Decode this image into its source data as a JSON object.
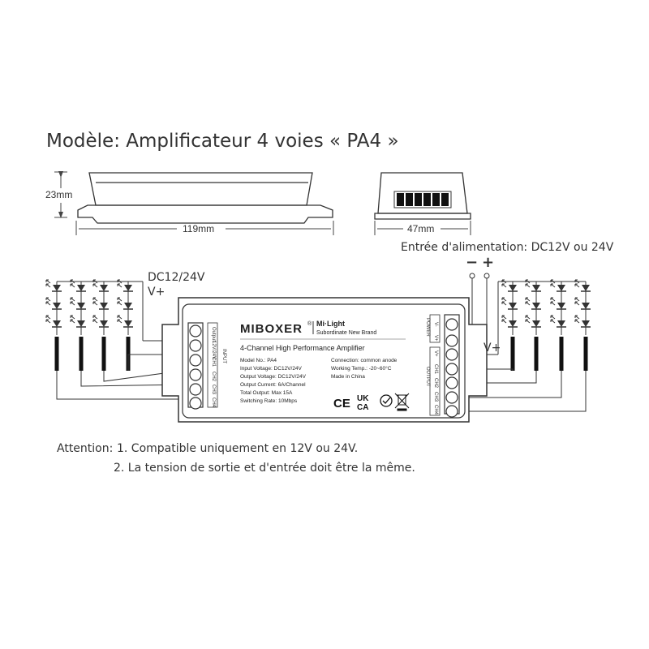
{
  "title": "Modèle: Amplificateur 4 voies « PA4 »",
  "dimensions": {
    "height": "23mm",
    "length": "119mm",
    "width": "47mm"
  },
  "labels": {
    "power_input": "Entrée d'alimentation: DC12V ou 24V",
    "minus": "−",
    "plus": "+",
    "dc_left_line1": "DC12/24V",
    "dc_left_line2": "V+",
    "v_plus_right": "V+"
  },
  "device": {
    "brand": "MIBOXER",
    "registered": "®",
    "sub_brand": "Mi·Light",
    "sub_brand_tag": "Subordinate New Brand",
    "product": "4-Channel High Performance Amplifier",
    "specs_left": [
      "Model No.: PA4",
      "Input Voltage: DC12V/24V",
      "Output Voltage: DC12V/24V",
      "Output Current: 6A/Channel",
      "Total Output: Max 15A",
      "Switching Rate: 10Mbps"
    ],
    "specs_right": [
      "Connection: common anode",
      "Working Temp.: -20~60°C",
      "Made in China"
    ],
    "input_block": {
      "header": "INPUT",
      "sub": "Output",
      "pins": [
        "12V/24V",
        "CH1",
        "CH2",
        "CH3",
        "CH4"
      ]
    },
    "power_block": {
      "header": "POWER",
      "pins": [
        "V-",
        "V+"
      ]
    },
    "output_block": {
      "header": "OUTPUT",
      "pins": [
        "V+",
        "CH1",
        "CH2",
        "CH3",
        "CH4"
      ]
    },
    "marks": [
      "CE",
      "UK",
      "CA"
    ]
  },
  "attention": {
    "label": "Attention:",
    "line1": "1. Compatible uniquement en 12V ou 24V.",
    "line2": "2. La tension de sortie et d'entrée doit être la même."
  }
}
